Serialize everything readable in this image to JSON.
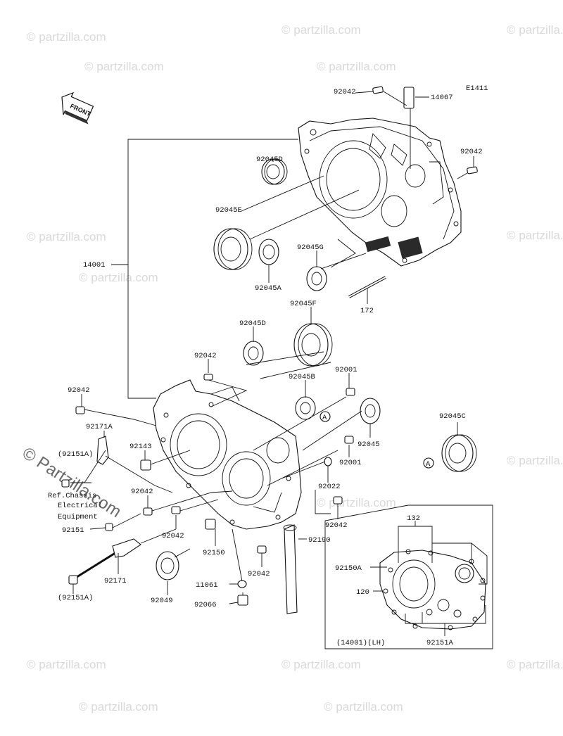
{
  "diagram_code": "E1411",
  "front_label": "FRONT",
  "watermark": "© Partzilla.com",
  "watermark_small": "© partzilla.com",
  "labels": {
    "p92042_top": "92042",
    "p14067": "14067",
    "p92042_right": "92042",
    "p92045D_top": "92045D",
    "p92045E": "92045E",
    "p92045G": "92045G",
    "p92045A": "92045A",
    "p14001": "14001",
    "p172": "172",
    "p92045F": "92045F",
    "p92045D_mid": "92045D",
    "p92042_mid": "92042",
    "p92045B": "92045B",
    "p92001_top": "92001",
    "p92042_left": "92042",
    "p92171A": "92171A",
    "p92045": "92045",
    "p92045C": "92045C",
    "p92151A_top": "(92151A)",
    "p92143": "92143",
    "p92001_bot": "92001",
    "p92022": "92022",
    "ref_line1": "Ref.Chassis",
    "ref_line2": "Electrical",
    "ref_line3": "Equipment",
    "p92042_a": "92042",
    "p92042_b": "92042",
    "p92151": "92151",
    "p92042_c": "92042",
    "p92150": "92150",
    "p92190": "92190",
    "p92171": "92171",
    "p92042_d": "92042",
    "p11061": "11061",
    "p92049": "92049",
    "p92066": "92066",
    "p92151A_bot": "(92151A)",
    "p132": "132",
    "p92150A": "92150A",
    "p120": "120",
    "p92151A_inset": "92151A",
    "p14001LH": "(14001)(LH)",
    "ref_A": "A"
  }
}
